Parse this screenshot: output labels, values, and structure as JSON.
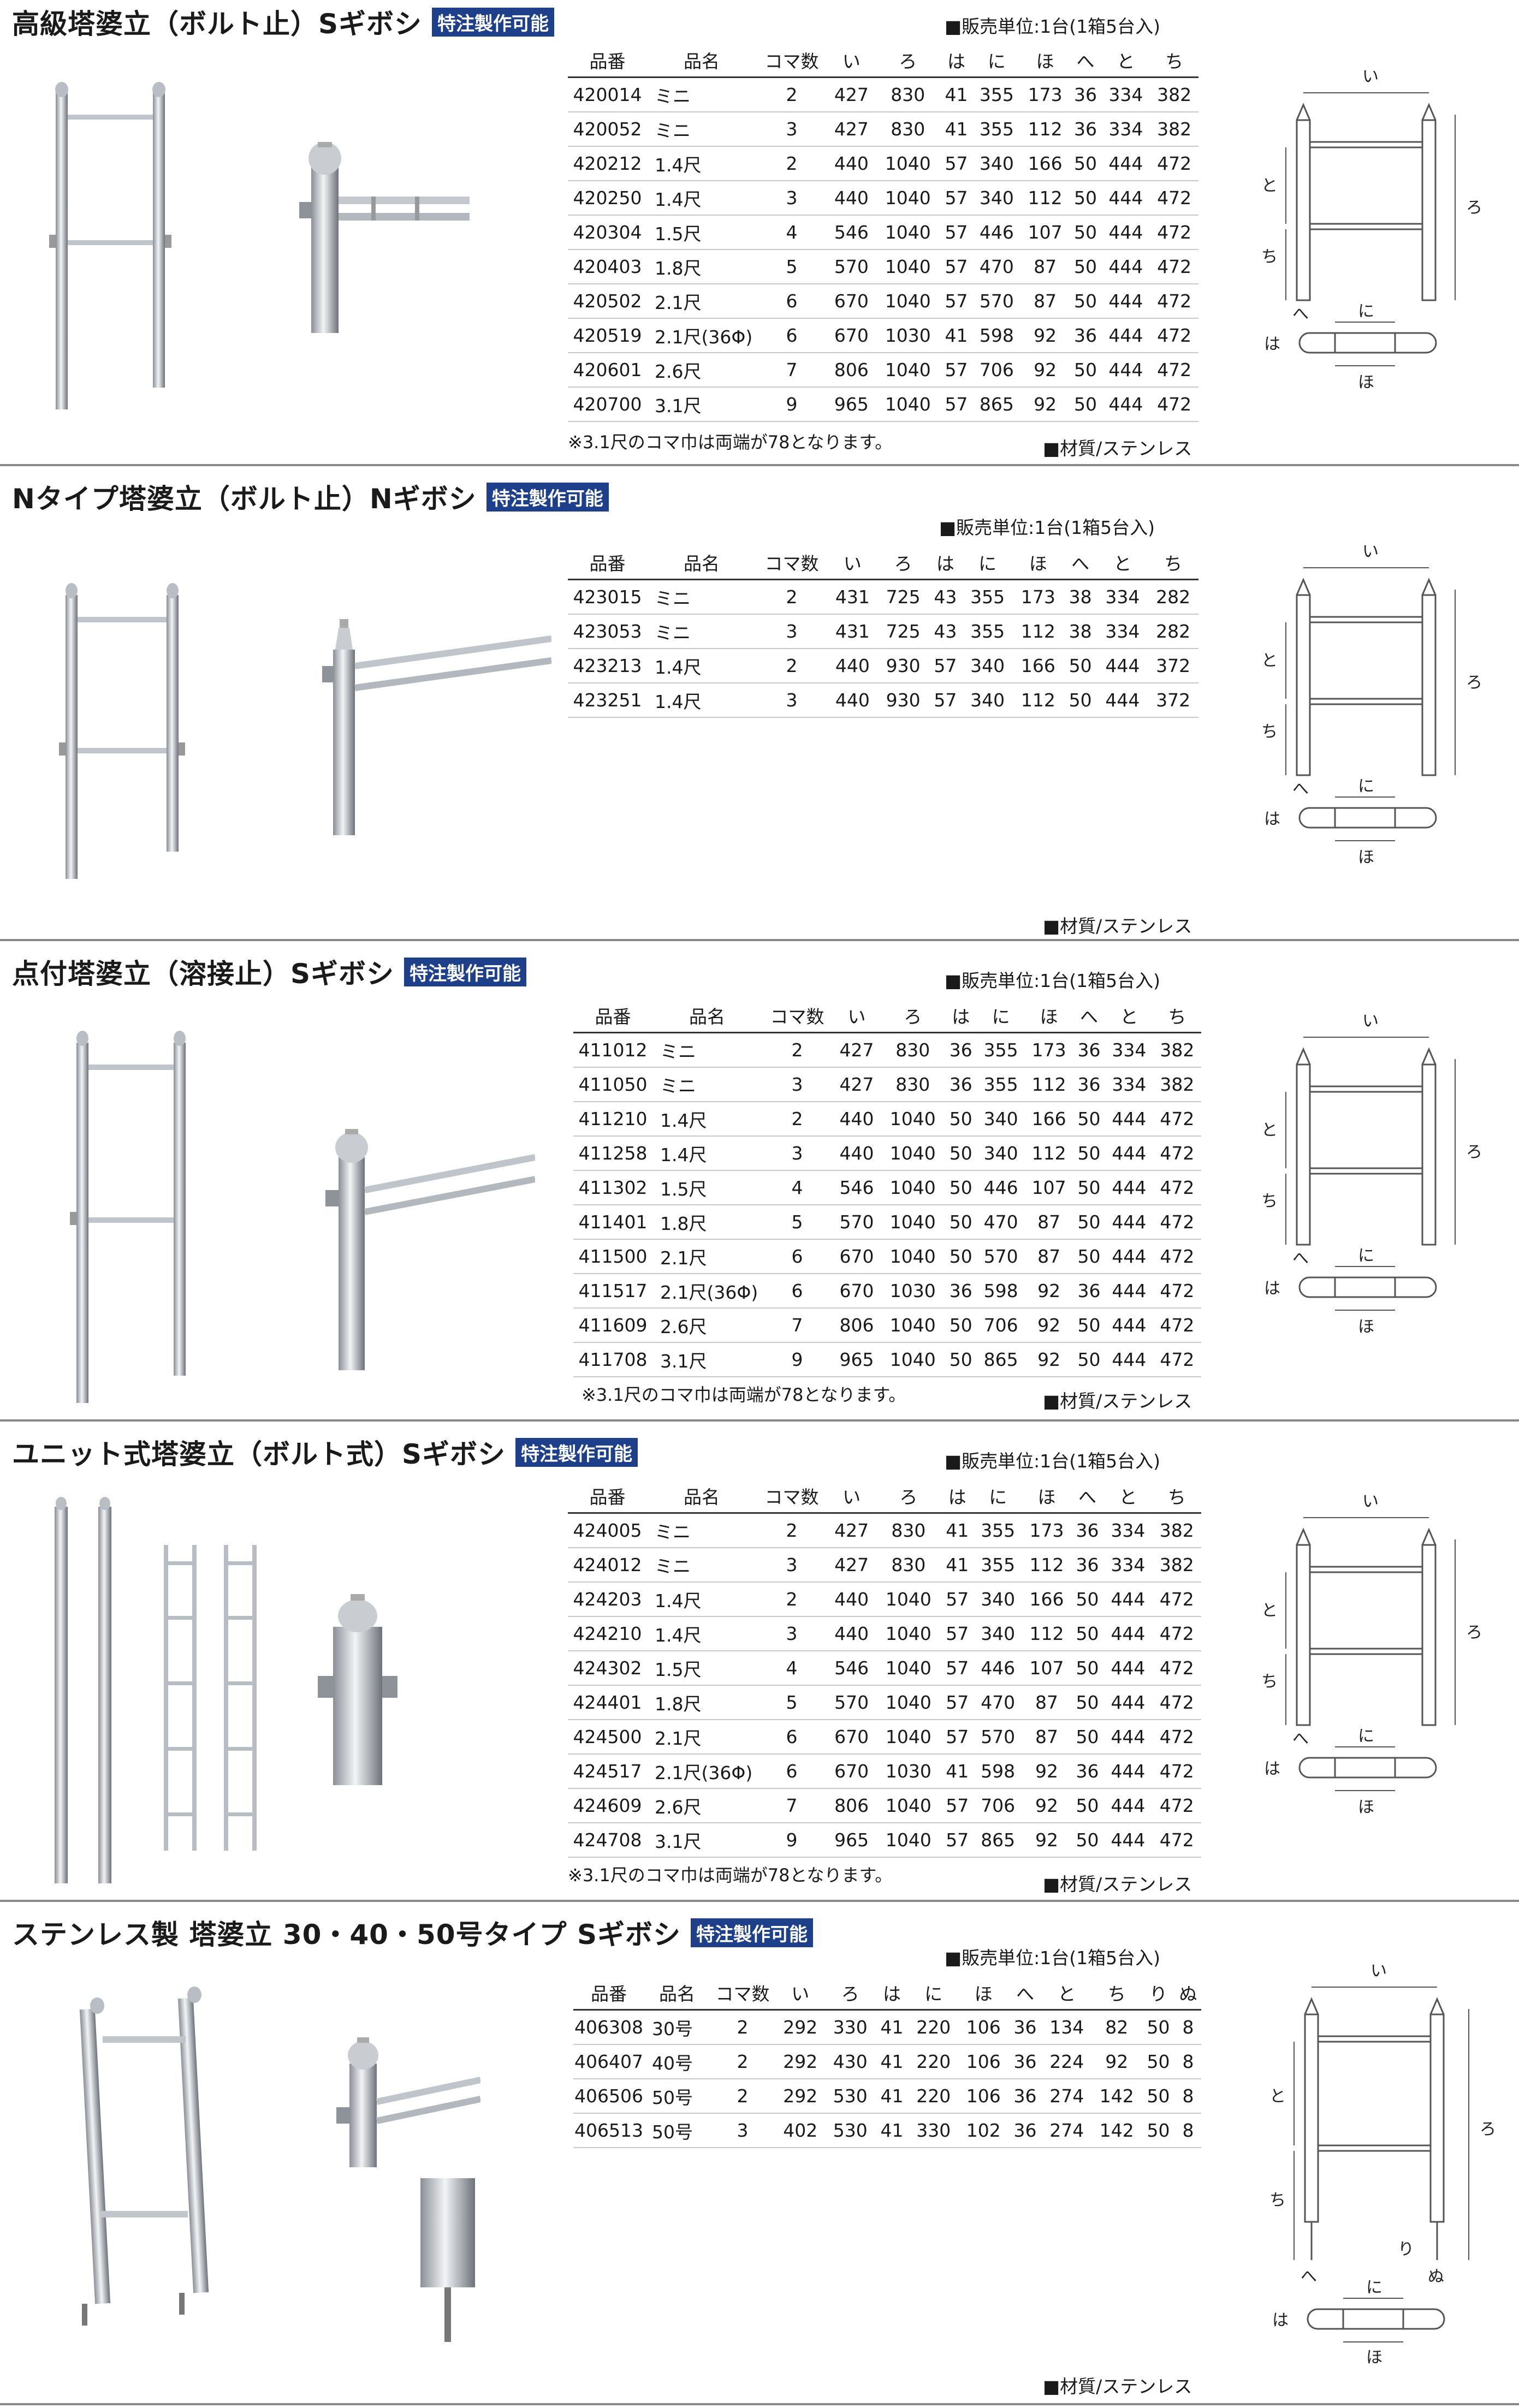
{
  "sections": [
    {
      "title": "高級塔婆立（ボルト止）Sギボシ",
      "badge": "特注製作可能",
      "sales_unit": "■販売単位:1台(1箱5台入)",
      "columns": [
        "品番",
        "品名",
        "コマ数",
        "い",
        "ろ",
        "は",
        "に",
        "ほ",
        "へ",
        "と",
        "ち"
      ],
      "rows": [
        [
          "420014",
          "ミニ",
          "2",
          "427",
          "830",
          "41",
          "355",
          "173",
          "36",
          "334",
          "382"
        ],
        [
          "420052",
          "ミニ",
          "3",
          "427",
          "830",
          "41",
          "355",
          "112",
          "36",
          "334",
          "382"
        ],
        [
          "420212",
          "1.4尺",
          "2",
          "440",
          "1040",
          "57",
          "340",
          "166",
          "50",
          "444",
          "472"
        ],
        [
          "420250",
          "1.4尺",
          "3",
          "440",
          "1040",
          "57",
          "340",
          "112",
          "50",
          "444",
          "472"
        ],
        [
          "420304",
          "1.5尺",
          "4",
          "546",
          "1040",
          "57",
          "446",
          "107",
          "50",
          "444",
          "472"
        ],
        [
          "420403",
          "1.8尺",
          "5",
          "570",
          "1040",
          "57",
          "470",
          "87",
          "50",
          "444",
          "472"
        ],
        [
          "420502",
          "2.1尺",
          "6",
          "670",
          "1040",
          "57",
          "570",
          "87",
          "50",
          "444",
          "472"
        ],
        [
          "420519",
          "2.1尺(36Φ)",
          "6",
          "670",
          "1030",
          "41",
          "598",
          "92",
          "36",
          "444",
          "472"
        ],
        [
          "420601",
          "2.6尺",
          "7",
          "806",
          "1040",
          "57",
          "706",
          "92",
          "50",
          "444",
          "472"
        ],
        [
          "420700",
          "3.1尺",
          "9",
          "965",
          "1040",
          "57",
          "865",
          "92",
          "50",
          "444",
          "472"
        ]
      ],
      "note": "※3.1尺のコマ巾は両端が78となります。",
      "material": "■材質/ステンレス",
      "diagram": {
        "labels": [
          "い",
          "ろ",
          "と",
          "ち",
          "へ",
          "に",
          "は",
          "ほ"
        ]
      }
    },
    {
      "title": "Nタイプ塔婆立（ボルト止）Nギボシ",
      "badge": "特注製作可能",
      "sales_unit": "■販売単位:1台(1箱5台入)",
      "columns": [
        "品番",
        "品名",
        "コマ数",
        "い",
        "ろ",
        "は",
        "に",
        "ほ",
        "へ",
        "と",
        "ち"
      ],
      "rows": [
        [
          "423015",
          "ミニ",
          "2",
          "431",
          "725",
          "43",
          "355",
          "173",
          "38",
          "334",
          "282"
        ],
        [
          "423053",
          "ミニ",
          "3",
          "431",
          "725",
          "43",
          "355",
          "112",
          "38",
          "334",
          "282"
        ],
        [
          "423213",
          "1.4尺",
          "2",
          "440",
          "930",
          "57",
          "340",
          "166",
          "50",
          "444",
          "372"
        ],
        [
          "423251",
          "1.4尺",
          "3",
          "440",
          "930",
          "57",
          "340",
          "112",
          "50",
          "444",
          "372"
        ]
      ],
      "note": "",
      "material": "■材質/ステンレス",
      "diagram": {
        "labels": [
          "い",
          "ろ",
          "と",
          "ち",
          "へ",
          "に",
          "は",
          "ほ"
        ]
      }
    },
    {
      "title": "点付塔婆立（溶接止）Sギボシ",
      "badge": "特注製作可能",
      "sales_unit": "■販売単位:1台(1箱5台入)",
      "columns": [
        "品番",
        "品名",
        "コマ数",
        "い",
        "ろ",
        "は",
        "に",
        "ほ",
        "へ",
        "と",
        "ち"
      ],
      "rows": [
        [
          "411012",
          "ミニ",
          "2",
          "427",
          "830",
          "36",
          "355",
          "173",
          "36",
          "334",
          "382"
        ],
        [
          "411050",
          "ミニ",
          "3",
          "427",
          "830",
          "36",
          "355",
          "112",
          "36",
          "334",
          "382"
        ],
        [
          "411210",
          "1.4尺",
          "2",
          "440",
          "1040",
          "50",
          "340",
          "166",
          "50",
          "444",
          "472"
        ],
        [
          "411258",
          "1.4尺",
          "3",
          "440",
          "1040",
          "50",
          "340",
          "112",
          "50",
          "444",
          "472"
        ],
        [
          "411302",
          "1.5尺",
          "4",
          "546",
          "1040",
          "50",
          "446",
          "107",
          "50",
          "444",
          "472"
        ],
        [
          "411401",
          "1.8尺",
          "5",
          "570",
          "1040",
          "50",
          "470",
          "87",
          "50",
          "444",
          "472"
        ],
        [
          "411500",
          "2.1尺",
          "6",
          "670",
          "1040",
          "50",
          "570",
          "87",
          "50",
          "444",
          "472"
        ],
        [
          "411517",
          "2.1尺(36Φ)",
          "6",
          "670",
          "1030",
          "36",
          "598",
          "92",
          "36",
          "444",
          "472"
        ],
        [
          "411609",
          "2.6尺",
          "7",
          "806",
          "1040",
          "50",
          "706",
          "92",
          "50",
          "444",
          "472"
        ],
        [
          "411708",
          "3.1尺",
          "9",
          "965",
          "1040",
          "50",
          "865",
          "92",
          "50",
          "444",
          "472"
        ]
      ],
      "note": "※3.1尺のコマ巾は両端が78となります。",
      "material": "■材質/ステンレス",
      "diagram": {
        "labels": [
          "い",
          "ろ",
          "と",
          "ち",
          "へ",
          "に",
          "は",
          "ほ"
        ]
      }
    },
    {
      "title": "ユニット式塔婆立（ボルト式）Sギボシ",
      "badge": "特注製作可能",
      "sales_unit": "■販売単位:1台(1箱5台入)",
      "columns": [
        "品番",
        "品名",
        "コマ数",
        "い",
        "ろ",
        "は",
        "に",
        "ほ",
        "へ",
        "と",
        "ち"
      ],
      "rows": [
        [
          "424005",
          "ミニ",
          "2",
          "427",
          "830",
          "41",
          "355",
          "173",
          "36",
          "334",
          "382"
        ],
        [
          "424012",
          "ミニ",
          "3",
          "427",
          "830",
          "41",
          "355",
          "112",
          "36",
          "334",
          "382"
        ],
        [
          "424203",
          "1.4尺",
          "2",
          "440",
          "1040",
          "57",
          "340",
          "166",
          "50",
          "444",
          "472"
        ],
        [
          "424210",
          "1.4尺",
          "3",
          "440",
          "1040",
          "57",
          "340",
          "112",
          "50",
          "444",
          "472"
        ],
        [
          "424302",
          "1.5尺",
          "4",
          "546",
          "1040",
          "57",
          "446",
          "107",
          "50",
          "444",
          "472"
        ],
        [
          "424401",
          "1.8尺",
          "5",
          "570",
          "1040",
          "57",
          "470",
          "87",
          "50",
          "444",
          "472"
        ],
        [
          "424500",
          "2.1尺",
          "6",
          "670",
          "1040",
          "57",
          "570",
          "87",
          "50",
          "444",
          "472"
        ],
        [
          "424517",
          "2.1尺(36Φ)",
          "6",
          "670",
          "1030",
          "41",
          "598",
          "92",
          "36",
          "444",
          "472"
        ],
        [
          "424609",
          "2.6尺",
          "7",
          "806",
          "1040",
          "57",
          "706",
          "92",
          "50",
          "444",
          "472"
        ],
        [
          "424708",
          "3.1尺",
          "9",
          "965",
          "1040",
          "57",
          "865",
          "92",
          "50",
          "444",
          "472"
        ]
      ],
      "note": "※3.1尺のコマ巾は両端が78となります。",
      "material": "■材質/ステンレス",
      "diagram": {
        "labels": [
          "い",
          "ろ",
          "と",
          "ち",
          "へ",
          "に",
          "は",
          "ほ"
        ]
      }
    },
    {
      "title": "ステンレス製 塔婆立 30・40・50号タイプ Sギボシ",
      "badge": "特注製作可能",
      "sales_unit": "■販売単位:1台(1箱5台入)",
      "columns": [
        "品番",
        "品名",
        "コマ数",
        "い",
        "ろ",
        "は",
        "に",
        "ほ",
        "へ",
        "と",
        "ち",
        "り",
        "ぬ"
      ],
      "rows": [
        [
          "406308",
          "30号",
          "2",
          "292",
          "330",
          "41",
          "220",
          "106",
          "36",
          "134",
          "82",
          "50",
          "8"
        ],
        [
          "406407",
          "40号",
          "2",
          "292",
          "430",
          "41",
          "220",
          "106",
          "36",
          "224",
          "92",
          "50",
          "8"
        ],
        [
          "406506",
          "50号",
          "2",
          "292",
          "530",
          "41",
          "220",
          "106",
          "36",
          "274",
          "142",
          "50",
          "8"
        ],
        [
          "406513",
          "50号",
          "3",
          "402",
          "530",
          "41",
          "330",
          "102",
          "36",
          "274",
          "142",
          "50",
          "8"
        ]
      ],
      "note": "",
      "material": "■材質/ステンレス",
      "diagram": {
        "labels": [
          "い",
          "ろ",
          "と",
          "ち",
          "へ",
          "に",
          "は",
          "ほ",
          "り",
          "ぬ"
        ]
      }
    }
  ]
}
